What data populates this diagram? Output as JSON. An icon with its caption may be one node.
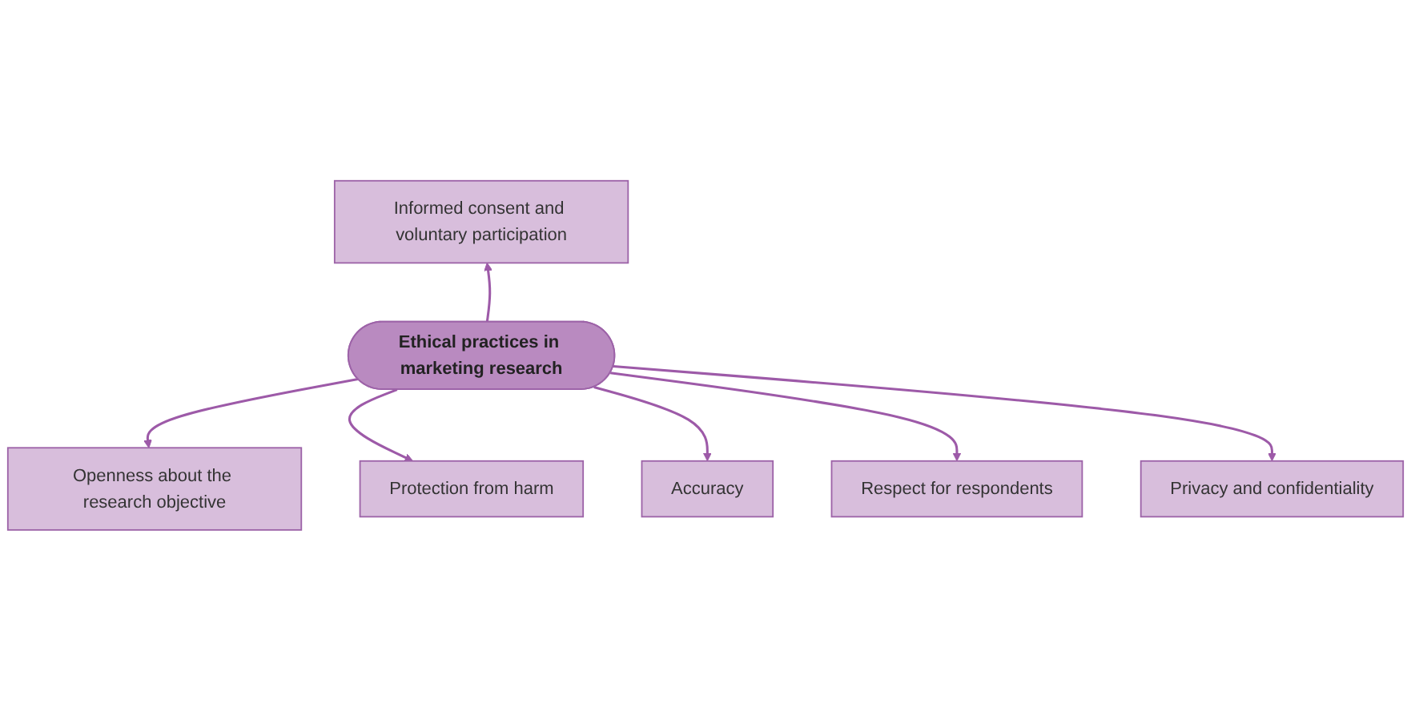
{
  "diagram": {
    "nodes": [
      {
        "text": [
          "Informed consent and voluntary participation"
        ]
      },
      {
        "text": [
          "Openness about the research objective"
        ]
      },
      {
        "text": [
          "Protection from harm"
        ]
      },
      {
        "text": [
          "Ethical practices in marketing research"
        ]
      },
      {
        "text": [
          "Accuracy"
        ]
      },
      {
        "text": [
          "Respect for respondents"
        ]
      },
      {
        "text": [
          "Privacy and confidentiality"
        ]
      }
    ],
    "edges": [
      {
        "from": 3,
        "to": 0,
        "arrow": "to"
      },
      {
        "from": 3,
        "to": 1,
        "arrow": "to"
      },
      {
        "from": 3,
        "to": 2,
        "arrow": "to"
      },
      {
        "from": 3,
        "to": 4,
        "arrow": "to"
      },
      {
        "from": 3,
        "to": 5,
        "arrow": "to"
      },
      {
        "from": 3,
        "to": 6,
        "arrow": "to"
      }
    ]
  }
}
